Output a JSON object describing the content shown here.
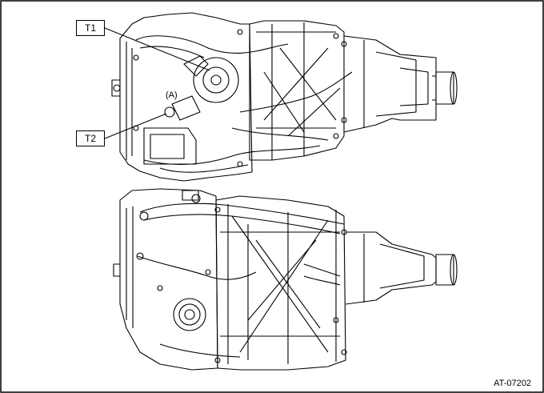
{
  "callouts": {
    "t1": "T1",
    "t2": "T2",
    "ref_a": "(A)"
  },
  "figure_code": "AT-07202",
  "colors": {
    "line": "#000000",
    "background": "#ffffff"
  }
}
